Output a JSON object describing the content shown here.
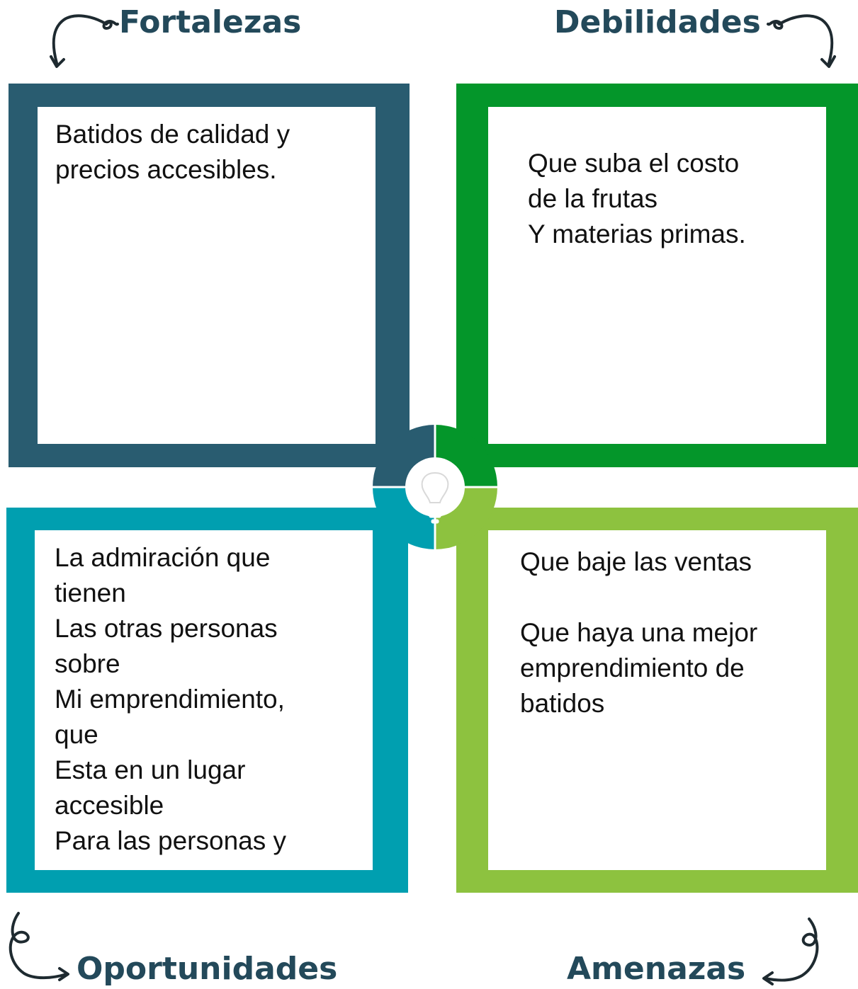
{
  "colors": {
    "fortalezas": "#295c70",
    "debilidades": "#04962a",
    "oportunidades": "#009fb0",
    "amenazas": "#8dc23f",
    "title_text": "#23495a"
  },
  "quadrants": {
    "fortalezas": {
      "title": "Fortalezas",
      "lines": [
        "Batidos de calidad y",
        "precios accesibles."
      ]
    },
    "debilidades": {
      "title": "Debilidades",
      "lines": [
        "Que suba el costo",
        "de la frutas",
        "Y materias primas."
      ]
    },
    "oportunidades": {
      "title": "Oportunidades",
      "lines": [
        "La admiración que",
        "tienen",
        "Las otras personas",
        "sobre",
        "Mi emprendimiento,",
        "que",
        "Esta en un lugar",
        "accesible",
        "Para las personas y"
      ]
    },
    "amenazas": {
      "title": "Amenazas",
      "lines": [
        "Que baje las ventas",
        "",
        "Que haya una mejor",
        "emprendimiento de",
        "batidos"
      ]
    }
  },
  "center_icon": "lightbulb-icon",
  "decorations": [
    "curly-arrow-icon"
  ]
}
